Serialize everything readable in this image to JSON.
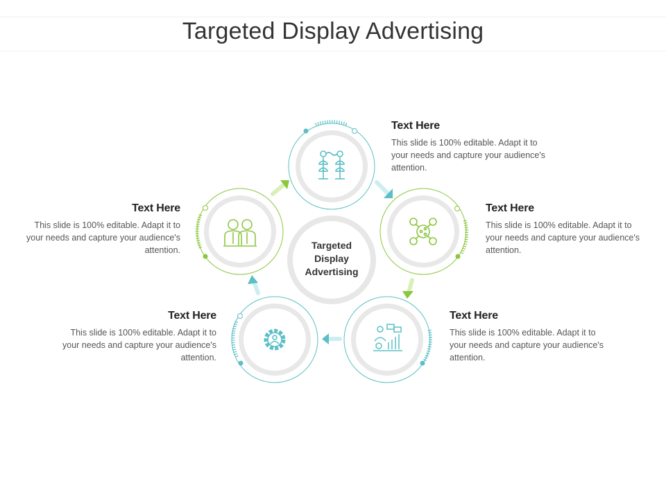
{
  "title": "Targeted Display Advertising",
  "center": "Targeted\nDisplay\nAdvertising",
  "colors": {
    "teal": "#5bbfc5",
    "green": "#8cc63f",
    "ring": "#e6e6e6"
  },
  "items": [
    {
      "heading": "Text Here",
      "body": "This slide is 100% editable. Adapt it to your needs and capture your audience's attention.",
      "icon": "money-tree-icon",
      "color": "teal"
    },
    {
      "heading": "Text Here",
      "body": "This slide is 100% editable. Adapt it to your needs and capture your audience's attention.",
      "icon": "dollar-network-icon",
      "color": "green"
    },
    {
      "heading": "Text Here",
      "body": "This slide is 100% editable. Adapt it to your needs and capture your audience's attention.",
      "icon": "presenter-chart-icon",
      "color": "teal"
    },
    {
      "heading": "Text Here",
      "body": "This slide is 100% editable. Adapt it to your needs and capture your audience's attention.",
      "icon": "gear-person-icon",
      "color": "teal"
    },
    {
      "heading": "Text Here",
      "body": "This slide is 100% editable. Adapt it to your needs and capture your audience's attention.",
      "icon": "two-people-icon",
      "color": "green"
    }
  ]
}
